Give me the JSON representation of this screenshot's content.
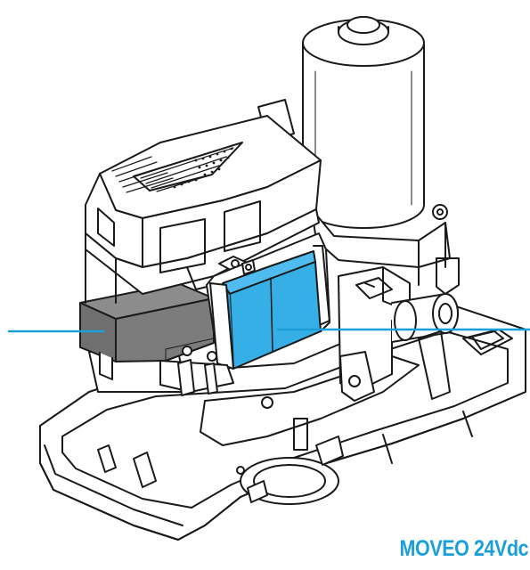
{
  "product": {
    "name": "MOVEO 24Vdc"
  },
  "colors": {
    "callout_line": "#1a9fd8",
    "highlight_battery": "#36aee6",
    "grey_component": "#7a7a7a",
    "outline": "#1a1a1a",
    "label": "#1a9fd8"
  },
  "parts": {
    "motor": "motor-cylinder",
    "controller": "control-unit-cover",
    "battery_blue": "highlighted-battery-pack",
    "battery_grey": "grey-battery-pack",
    "base": "base-housing",
    "gear": "gearbox-assembly"
  }
}
